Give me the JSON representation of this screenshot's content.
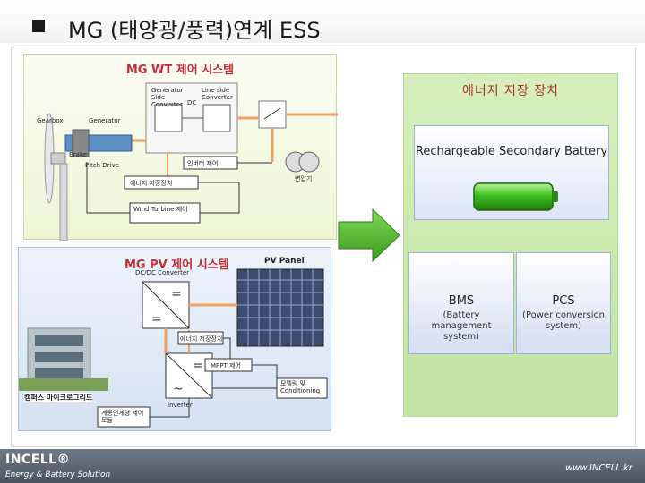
{
  "header": {
    "title": "MG (태양광/풍력)연계 ESS"
  },
  "wt_diagram": {
    "title": "MG WT 제어 시스템",
    "gearbox": "Gearbox",
    "generator": "Generator",
    "generator_side_converter": "Generator Side Converter",
    "line_side_converter": "Line side Converter",
    "dc": "DC",
    "brake": "Brake",
    "pitch_drive": "Pitch Drive",
    "inverter_control": "인버터 제어",
    "energy_storage": "에너지 저장장치",
    "transformer": "변압기",
    "wind_turbine_control": "Wind Turbine 제어"
  },
  "pv_diagram": {
    "title": "MG PV 제어 시스템",
    "dcdc_converter": "DC/DC Converter",
    "pv_panel": "PV Panel",
    "energy_storage": "에너지 저장장치",
    "mppt_control": "MPPT 제어",
    "power_conditioning": "모델링 및 Conditioning",
    "inverter": "Inverter",
    "campus_microgrid": "캠퍼스 마이크로그리드",
    "grid_control": "계통연계형 제어 모듈"
  },
  "ess": {
    "title": "에너지 저장 장치",
    "battery_label": "Rechargeable Secondary Battery",
    "bms_title": "BMS",
    "bms_sub": "(Battery management system)",
    "pcs_title": "PCS",
    "pcs_sub": "(Power conversion system)"
  },
  "footer": {
    "logo": "INCELL®",
    "tagline": "Energy & Battery Solution",
    "url": "www.INCELL.kr"
  },
  "colors": {
    "accent_red": "#c0303a",
    "arrow_green": "#5cb82e",
    "battery_green": "#3fbf1f",
    "ess_bg": "#c8e6ab",
    "footer_bg": "#5a6470"
  }
}
